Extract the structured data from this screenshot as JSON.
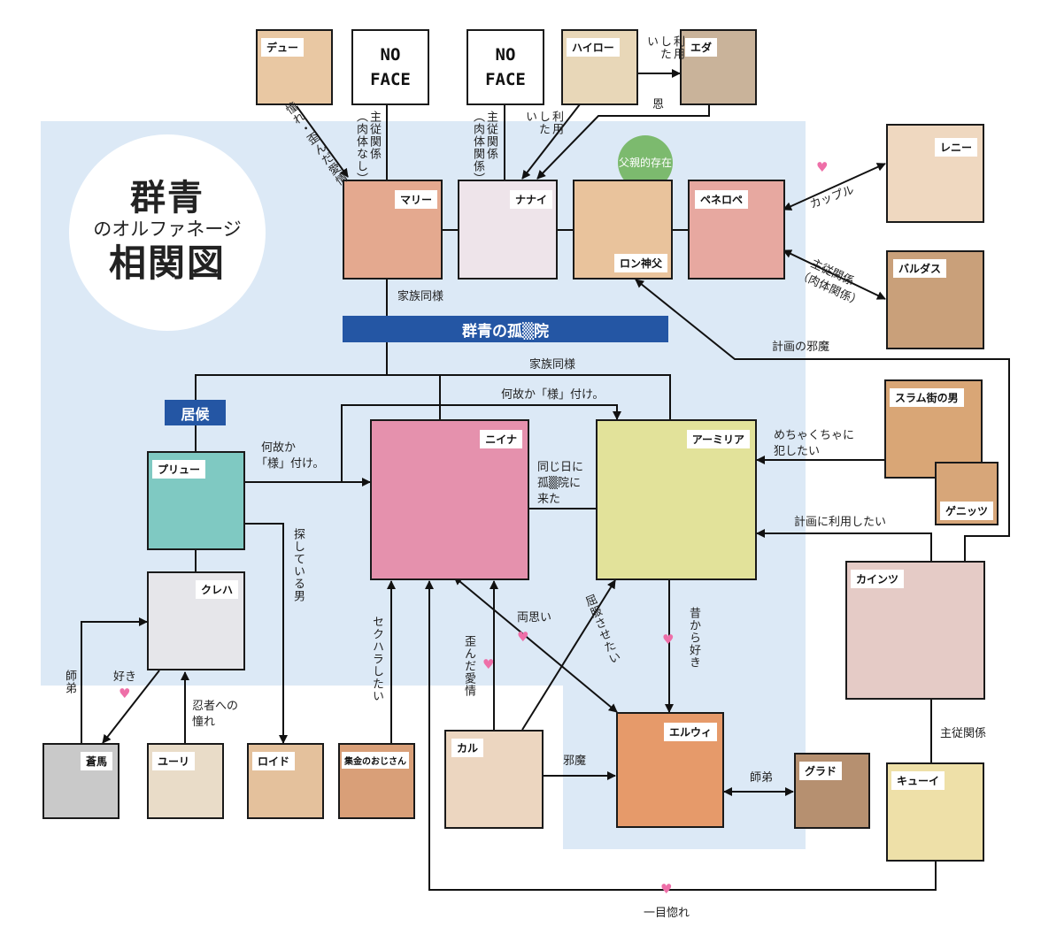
{
  "title": {
    "series_name": "群青",
    "series_subtitle": "のオルファネージ",
    "chart_title": "相関図"
  },
  "groups": {
    "orphanage": "群青の孤▒院",
    "lodger": "居候"
  },
  "note_bubble": "父親的存在",
  "no_face": [
    "NO FACE",
    "NO FACE"
  ],
  "characters": {
    "dew": "デュー",
    "hairo": "ハイロー",
    "eda": "エダ",
    "renny": "レニー",
    "mary": "マリー",
    "nanai": "ナナイ",
    "ron": "ロン神父",
    "penelope": "ペネロペ",
    "baldas": "バルダス",
    "niina": "ニイナ",
    "amelia": "アーミリア",
    "slum_man": "スラム街の男",
    "genitz": "ゲニッツ",
    "prew": "プリュー",
    "kureha": "クレハ",
    "kains": "カインツ",
    "souma": "蒼馬",
    "yuri": "ユーリ",
    "lloyd": "ロイド",
    "collector": "集金のおじさん",
    "kal": "カル",
    "elwy": "エルウィ",
    "grad": "グラド",
    "kyui": "キューイ"
  },
  "relations": {
    "dew_mary": "憧れ・歪んだ愛情",
    "noface1_mary": "主従関係（肉体なし）",
    "noface2_nanai": "主従関係（肉体関係）",
    "hairo_nanai": "利用したい",
    "hairo_eda": "利用したい",
    "eda_nanai": "恩",
    "penelope_renny": "カップル",
    "penelope_baldas_1": "主従関係",
    "penelope_baldas_2": "（肉体関係）",
    "mary_orphanage": "家族同様",
    "orphanage_members": "家族同様",
    "to_ron": "計画の邪魔",
    "niina_amelia": "何故か「様」付け。",
    "prew_niina_1": "何故か",
    "prew_niina_2": "「様」付け。",
    "same_day_1": "同じ日に",
    "same_day_2": "孤▒院に",
    "same_day_3": "来た",
    "slum_amelia_1": "めちゃくちゃに",
    "slum_amelia_2": "犯したい",
    "kains_amelia": "計画に利用したい",
    "prew_lloyd": "探している男",
    "collector_niina": "セクハラしたい",
    "kal_niina": "歪んだ愛情",
    "niina_elwy": "両思い",
    "kal_amelia": "屈服させたい",
    "amelia_elwy": "昔から好き",
    "kal_elwy": "邪魔",
    "elwy_grad": "師弟",
    "kains_kyui": "主従関係",
    "souma_kureha": "師弟",
    "kureha_souma": "好き",
    "yuri_kureha_1": "忍者への",
    "yuri_kureha_2": "憧れ",
    "kyui_niina": "一目惚れ"
  },
  "colors": {
    "zone_bg": "#dce9f6",
    "banner": "#2456a4",
    "heart": "#ee6fa8",
    "note_bubble": "#7cba6e",
    "line": "#111111"
  }
}
